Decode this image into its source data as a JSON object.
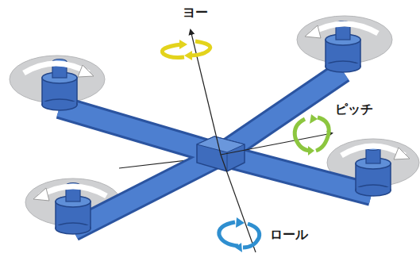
{
  "diagram": {
    "labels": [
      "ヨー",
      "ピッチ",
      "ロール"
    ]
  }
}
